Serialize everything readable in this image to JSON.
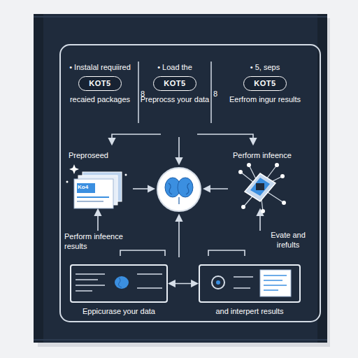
{
  "diagram": {
    "nodes": [
      {
        "text": [
          "• Instalal requiired",
          "KOT5",
          "recaied packages"
        ]
      },
      {
        "text": [
          "• Load the",
          "KOT5",
          "Preprocss your data"
        ]
      },
      {
        "text": [
          "• 5, seps",
          "KOT5",
          "Eerfrom ingur results"
        ]
      },
      {
        "text": [
          "Eppicurase your data"
        ]
      },
      {
        "text": [
          "and interpert results"
        ]
      }
    ],
    "edges": [
      {
        "from": 3,
        "to": 4,
        "arrow": "both"
      }
    ],
    "labels": [
      "8",
      "8",
      "Preproseed",
      "Ko4",
      "Perform infeence",
      "Perform infeence results",
      "Evate and irefults"
    ]
  }
}
